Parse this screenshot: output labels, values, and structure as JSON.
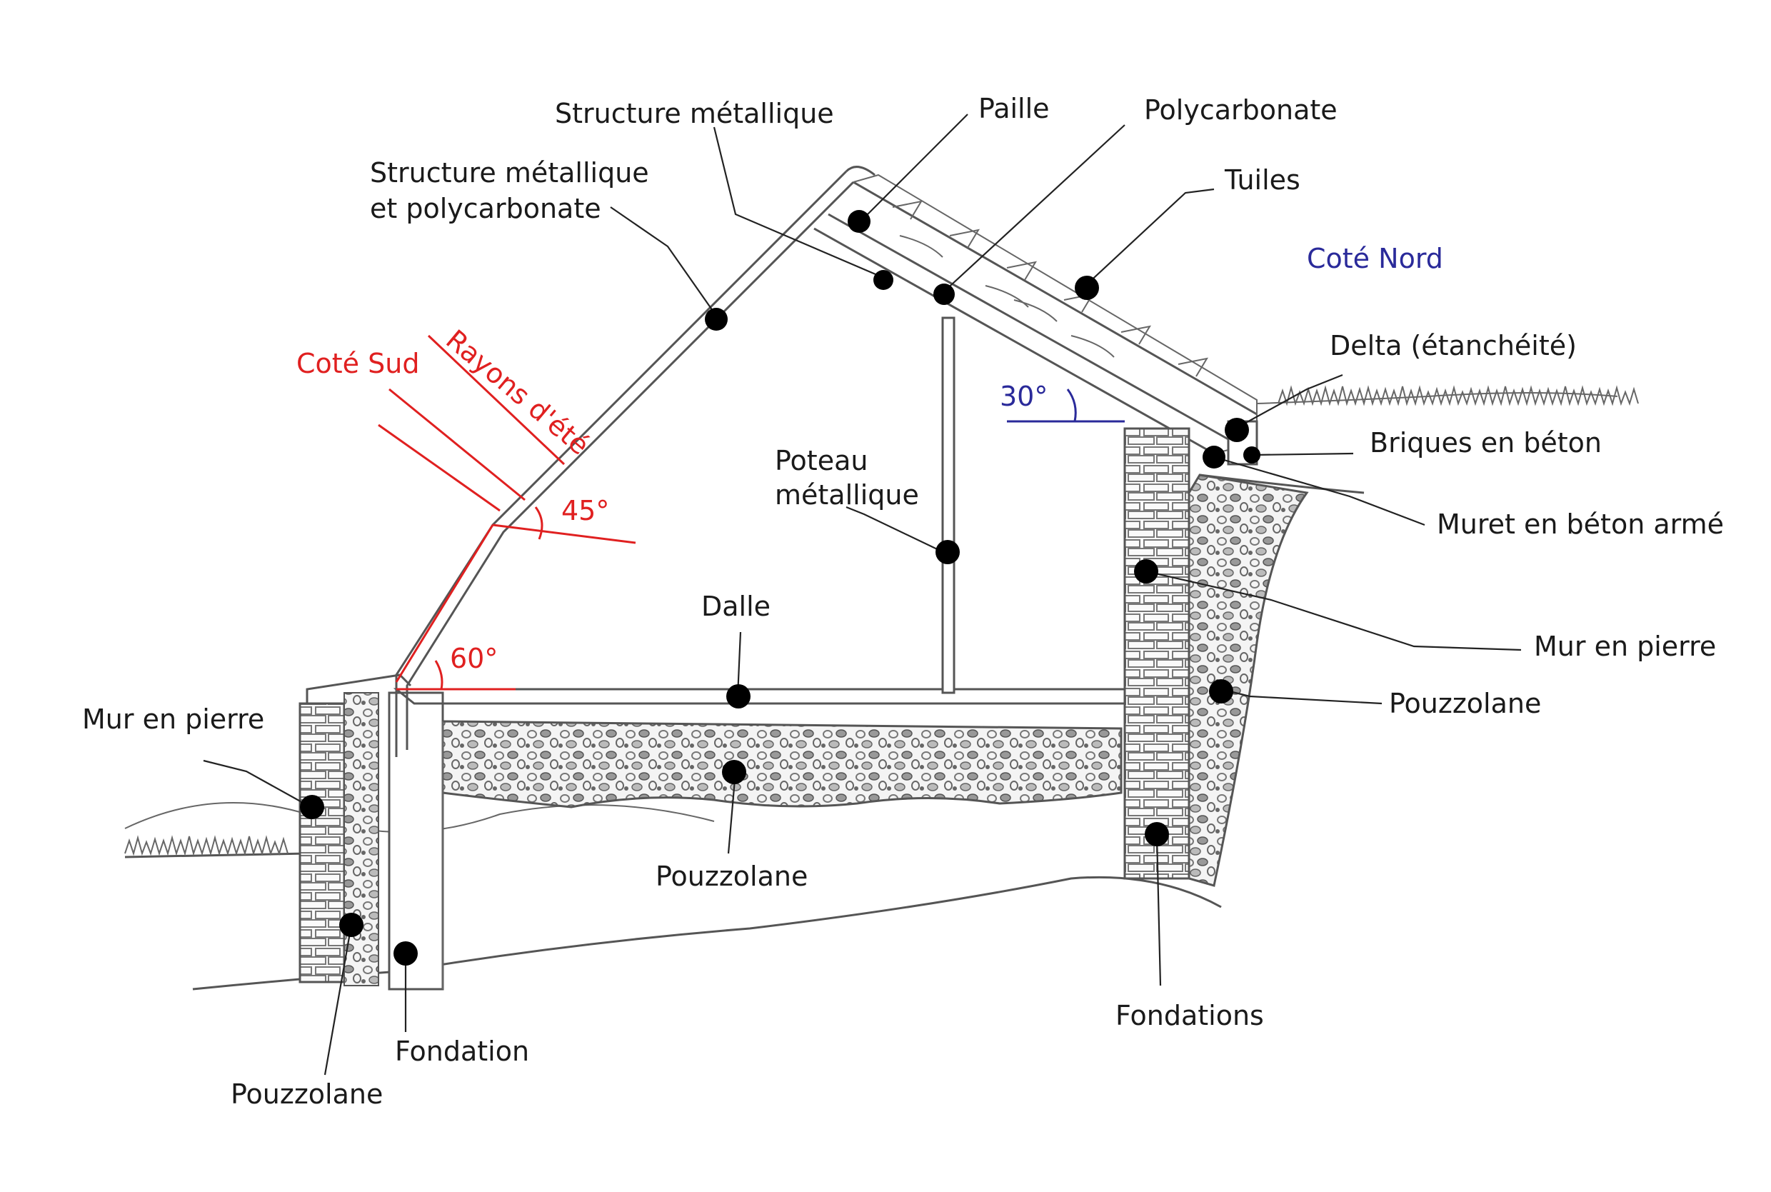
{
  "labels": {
    "structure_metallique": "Structure métallique",
    "paille": "Paille",
    "polycarbonate": "Polycarbonate",
    "structure_poly_1": "Structure métallique",
    "structure_poly_2": "et polycarbonate",
    "tuiles": "Tuiles",
    "cote_nord": "Coté Nord",
    "cote_sud": "Coté Sud",
    "rayons_ete": "Rayons d'été",
    "angle_45": "45°",
    "angle_60": "60°",
    "angle_30": "30°",
    "delta": "Delta (étanchéité)",
    "briques": "Briques en béton",
    "muret": "Muret en béton armé",
    "mur_pierre_right": "Mur en pierre",
    "pouzzolane_right": "Pouzzolane",
    "poteau_1": "Poteau",
    "poteau_2": "métallique",
    "dalle": "Dalle",
    "mur_pierre_left": "Mur en pierre",
    "pouzzolane_center": "Pouzzolane",
    "fondation": "Fondation",
    "pouzzolane_left": "Pouzzolane",
    "fondations": "Fondations"
  },
  "colors": {
    "south_annotation": "#e02020",
    "north_annotation": "#2a2a9a",
    "ink": "#555555",
    "text": "#1a1a1a"
  }
}
